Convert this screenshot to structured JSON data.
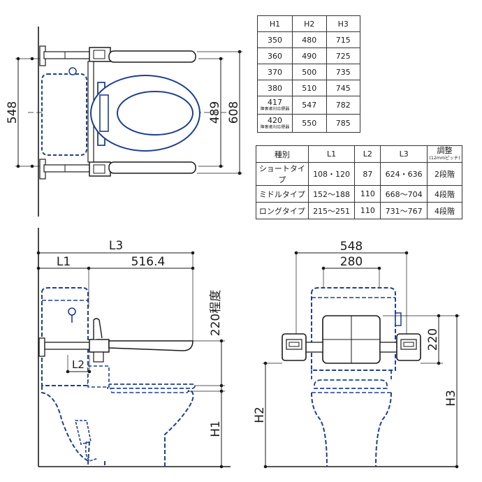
{
  "colors": {
    "blue": "#1f3f8c",
    "line": "#1a1a1a",
    "light_blue": "#e9eef8"
  },
  "top_view": {
    "width_label": "548",
    "inner_label": "489",
    "outer_label": "608"
  },
  "side_view": {
    "l3_label": "L3",
    "l1_label": "L1",
    "arm_length_label": "516.4",
    "height_label": "220程度",
    "l2_label": "L2",
    "h1_label": "H1"
  },
  "front_view": {
    "width_label": "548",
    "inner_width_label": "280",
    "height_label": "220",
    "h2_label": "H2",
    "h3_label": "H3"
  },
  "height_table": {
    "headers": [
      "H1",
      "H2",
      "H3"
    ],
    "rows": [
      {
        "h1": "350",
        "h2": "480",
        "h3": "715"
      },
      {
        "h1": "360",
        "h2": "490",
        "h3": "725"
      },
      {
        "h1": "370",
        "h2": "500",
        "h3": "735"
      },
      {
        "h1": "380",
        "h2": "510",
        "h3": "745"
      },
      {
        "h1": "417",
        "h1_note": "障害者対応便器",
        "h2": "547",
        "h3": "782"
      },
      {
        "h1": "420",
        "h1_note": "障害者対応便器",
        "h2": "550",
        "h3": "785"
      }
    ]
  },
  "length_table": {
    "headers": {
      "type": "種別",
      "l1": "L1",
      "l2": "L2",
      "l3": "L3",
      "adjust": "調整",
      "adjust_note": "(12mmピッチ)"
    },
    "rows": [
      {
        "type": "ショートタイプ",
        "l1": "108・120",
        "l2": "87",
        "l3": "624・636",
        "adjust": "2段階"
      },
      {
        "type": "ミドルタイプ",
        "l1": "152〜188",
        "l2": "110",
        "l3": "668〜704",
        "adjust": "4段階"
      },
      {
        "type": "ロングタイプ",
        "l1": "215〜251",
        "l2": "110",
        "l3": "731〜767",
        "adjust": "4段階"
      }
    ]
  }
}
